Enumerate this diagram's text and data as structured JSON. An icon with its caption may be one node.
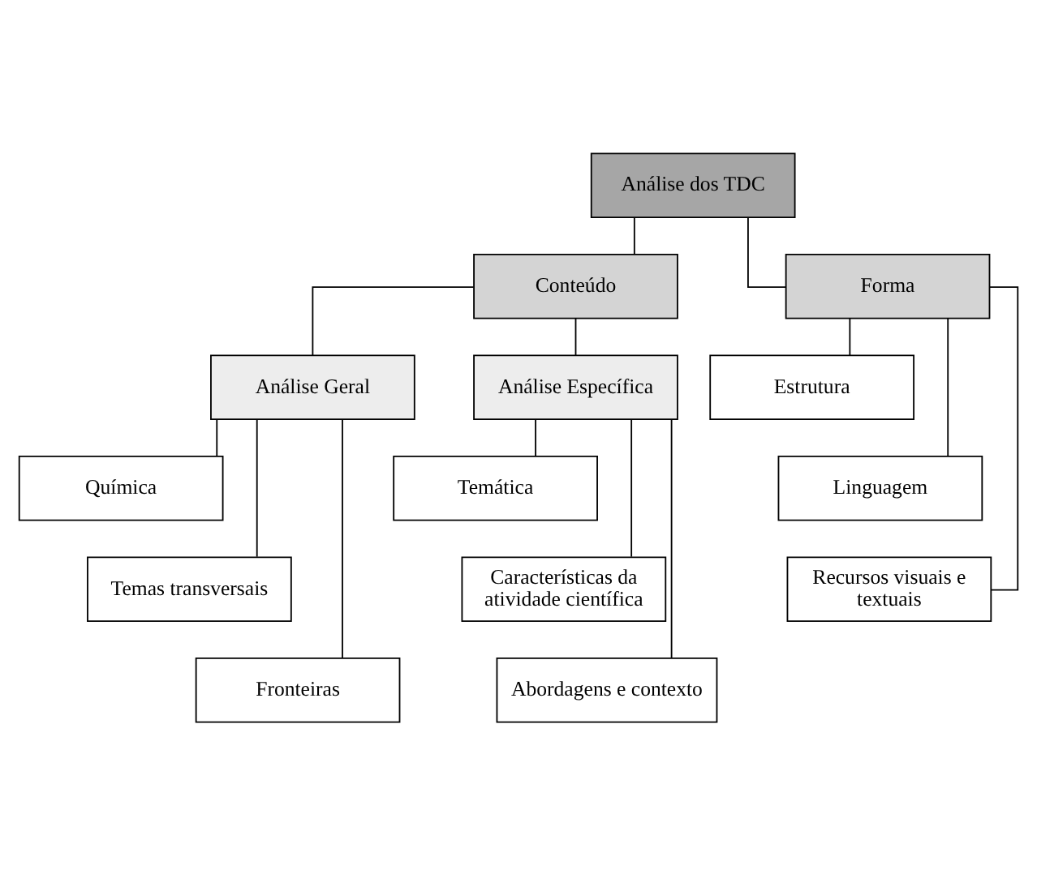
{
  "diagram": {
    "nodes": [
      {
        "text": [
          "Análise dos TDC"
        ]
      },
      {
        "text": [
          "Conteúdo"
        ]
      },
      {
        "text": [
          "Forma"
        ]
      },
      {
        "text": [
          "Análise Geral"
        ]
      },
      {
        "text": [
          "Análise Específica"
        ]
      },
      {
        "text": [
          "Química"
        ]
      },
      {
        "text": [
          "Temas transversais"
        ]
      },
      {
        "text": [
          "Fronteiras"
        ]
      },
      {
        "text": [
          "Temática"
        ]
      },
      {
        "text": [
          "Características da atividade científica"
        ]
      },
      {
        "text": [
          "Abordagens e contexto"
        ]
      },
      {
        "text": [
          "Estrutura"
        ]
      },
      {
        "text": [
          "Linguagem"
        ]
      },
      {
        "text": [
          "Recursos visuais e textuais"
        ]
      }
    ],
    "edges": [
      {
        "from": 0,
        "to": 1,
        "arrow": "none"
      },
      {
        "from": 0,
        "to": 2,
        "arrow": "none"
      },
      {
        "from": 1,
        "to": 3,
        "arrow": "none"
      },
      {
        "from": 1,
        "to": 4,
        "arrow": "none"
      },
      {
        "from": 3,
        "to": 5,
        "arrow": "none"
      },
      {
        "from": 3,
        "to": 6,
        "arrow": "none"
      },
      {
        "from": 3,
        "to": 7,
        "arrow": "none"
      },
      {
        "from": 4,
        "to": 8,
        "arrow": "none"
      },
      {
        "from": 4,
        "to": 9,
        "arrow": "none"
      },
      {
        "from": 4,
        "to": 10,
        "arrow": "none"
      },
      {
        "from": 2,
        "to": 11,
        "arrow": "none"
      },
      {
        "from": 2,
        "to": 12,
        "arrow": "none"
      },
      {
        "from": 2,
        "to": 13,
        "arrow": "none"
      }
    ]
  }
}
